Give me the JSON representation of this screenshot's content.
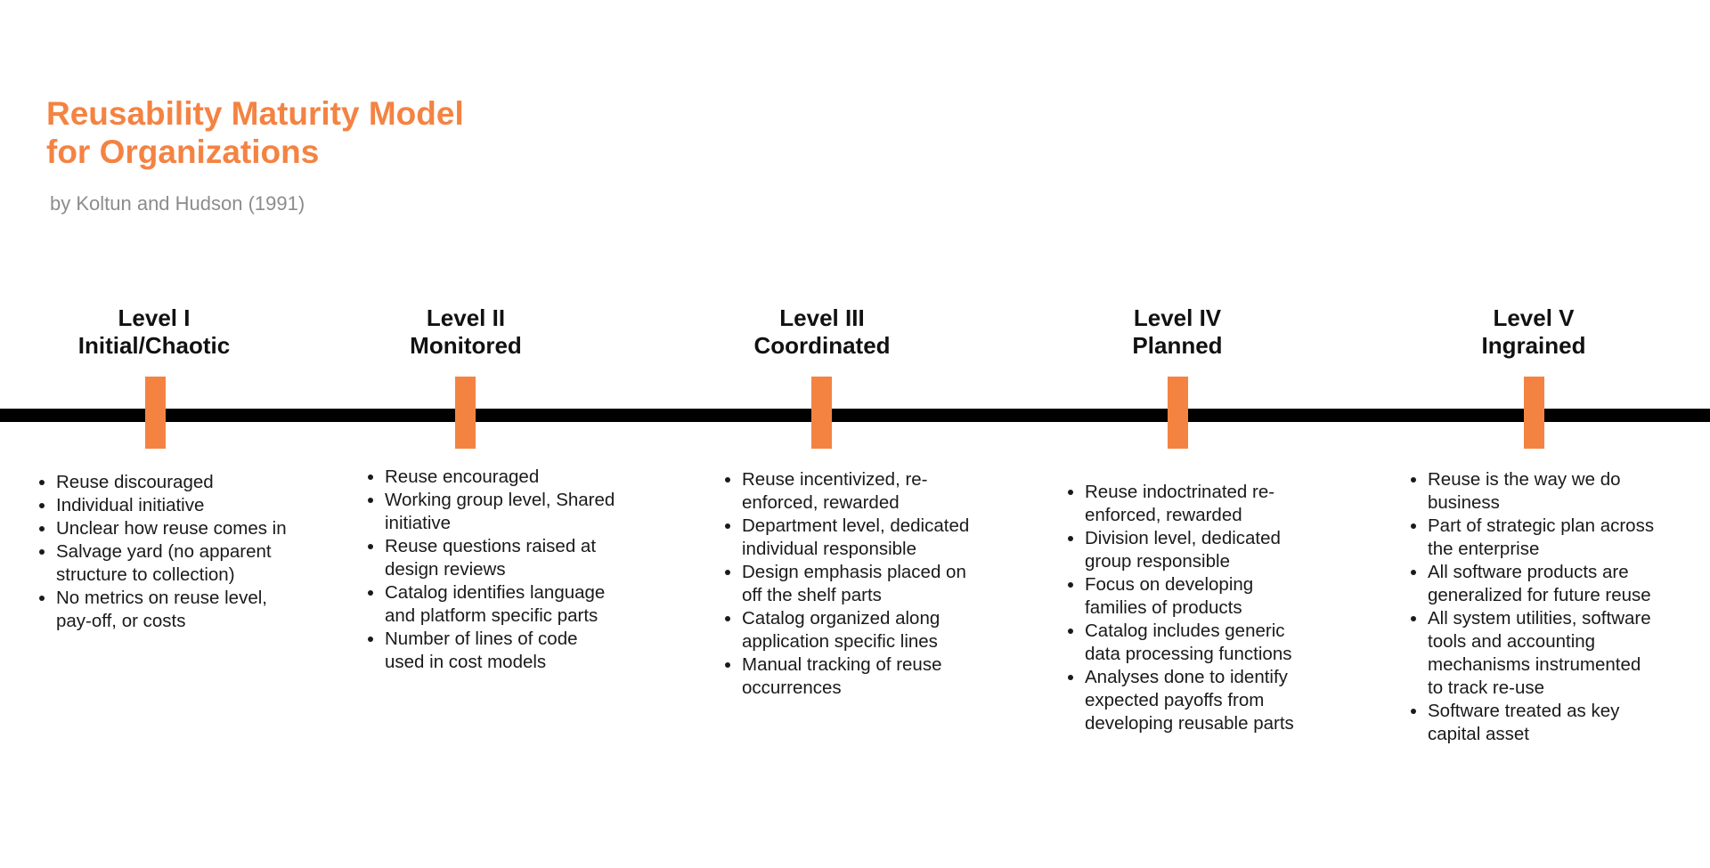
{
  "header": {
    "title_line1": "Reusability Maturity Model",
    "title_line2": "for Organizations",
    "subtitle": "by Koltun and Hudson (1991)"
  },
  "colors": {
    "accent": "#F48342",
    "timeline": "#000000",
    "subtitle": "#8c8c8c"
  },
  "levels": [
    {
      "level": "Level I",
      "name": "Initial/Chaotic",
      "items": [
        "Reuse discouraged",
        "Individual initiative",
        "Unclear how reuse comes in",
        "Salvage yard (no apparent structure to collection)",
        "No metrics on reuse level, pay-off, or costs"
      ]
    },
    {
      "level": "Level II",
      "name": "Monitored",
      "items": [
        "Reuse encouraged",
        "Working group level, Shared initiative",
        "Reuse questions raised at design reviews",
        "Catalog identifies language and platform specific parts",
        "Number of lines of code used in cost models"
      ]
    },
    {
      "level": "Level III",
      "name": "Coordinated",
      "items": [
        "Reuse incentivized, re-enforced, rewarded",
        "Department level, dedicated individual responsible",
        "Design emphasis placed on off the shelf parts",
        "Catalog organized along application specific lines",
        "Manual tracking of reuse occurrences"
      ]
    },
    {
      "level": "Level IV",
      "name": "Planned",
      "items": [
        "Reuse indoctrinated re-enforced, rewarded",
        "Division level, dedicated group responsible",
        "Focus on developing families of products",
        "Catalog includes generic data processing functions",
        "Analyses done to identify expected payoffs from developing reusable parts"
      ]
    },
    {
      "level": "Level V",
      "name": "Ingrained",
      "items": [
        "Reuse is the way we do business",
        "Part of strategic plan across the enterprise",
        "All software products are generalized for future reuse",
        "All system utilities, software tools and accounting mechanisms instrumented to track re-use",
        "Software treated as key capital asset"
      ]
    }
  ]
}
